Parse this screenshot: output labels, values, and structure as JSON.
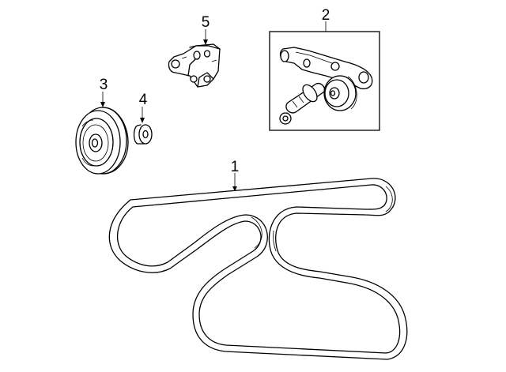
{
  "callouts": {
    "belt": "1",
    "tensioner": "2",
    "idler_pulley": "3",
    "spacer": "4",
    "bracket": "5"
  },
  "colors": {
    "line": "#000000",
    "background": "#ffffff"
  }
}
